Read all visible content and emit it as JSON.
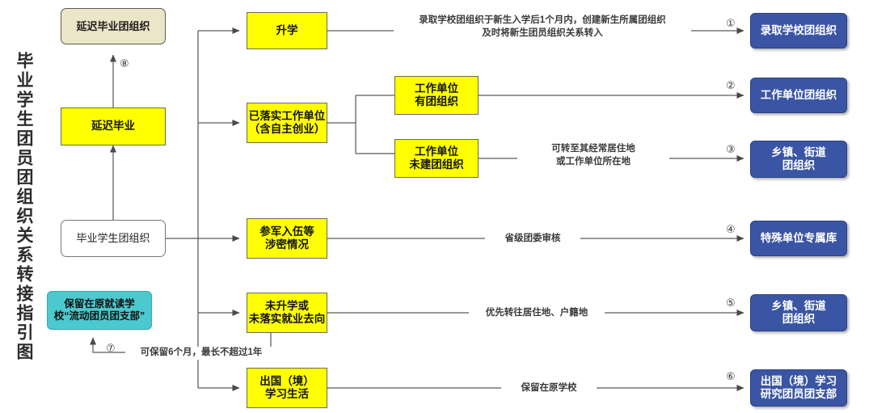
{
  "title": "毕业学生团员团组织关系转接指引图",
  "palette": {
    "yellow": "#ffff00",
    "blue": "#3a55a4",
    "cyan": "#4cc9ce",
    "beige": "#ece6c8",
    "white": "#ffffff",
    "line": "#5a5a5a"
  },
  "nodes": {
    "root": "毕业学生团组织",
    "delayed_grad": "延迟毕业",
    "delayed_grad_org": "延迟毕业团组织",
    "retain_school": "保留在原就读学\n校“流动团员团支部”",
    "further_study": "升学",
    "employed": "已落实工作单位\n（含自主创业）",
    "work_has_org": "工作单位\n有团组织",
    "work_no_org": "工作单位\n未建团组织",
    "military": "参军入伍等\n涉密情况",
    "unemployed": "未升学或\n未落实就业去向",
    "abroad": "出国（境）\n学习生活",
    "dest_school_org": "录取学校团组织",
    "dest_work_org": "工作单位团组织",
    "dest_town_org_3": "乡镇、街道\n团组织",
    "dest_special": "特殊单位专属库",
    "dest_town_org_5": "乡镇、街道\n团组织",
    "dest_abroad_branch": "出国（境）学习\n研究团员团支部"
  },
  "edge_labels": {
    "e1": "录取学校团组织于新生入学后1个月内，创建新生所属团组织\n及时将新生团员组织关系转入",
    "e3": "可转至其经常居住地\n或工作单位所在地",
    "e4": "省级团委审核",
    "e5": "优先转往居住地、户籍地",
    "e6": "保留在原学校",
    "e7": "可保留6个月，最长不超过1年"
  },
  "markers": {
    "m1": "①",
    "m2": "②",
    "m3": "③",
    "m4": "④",
    "m5": "⑤",
    "m6": "⑥",
    "m7": "⑦",
    "m8": "⑧"
  }
}
